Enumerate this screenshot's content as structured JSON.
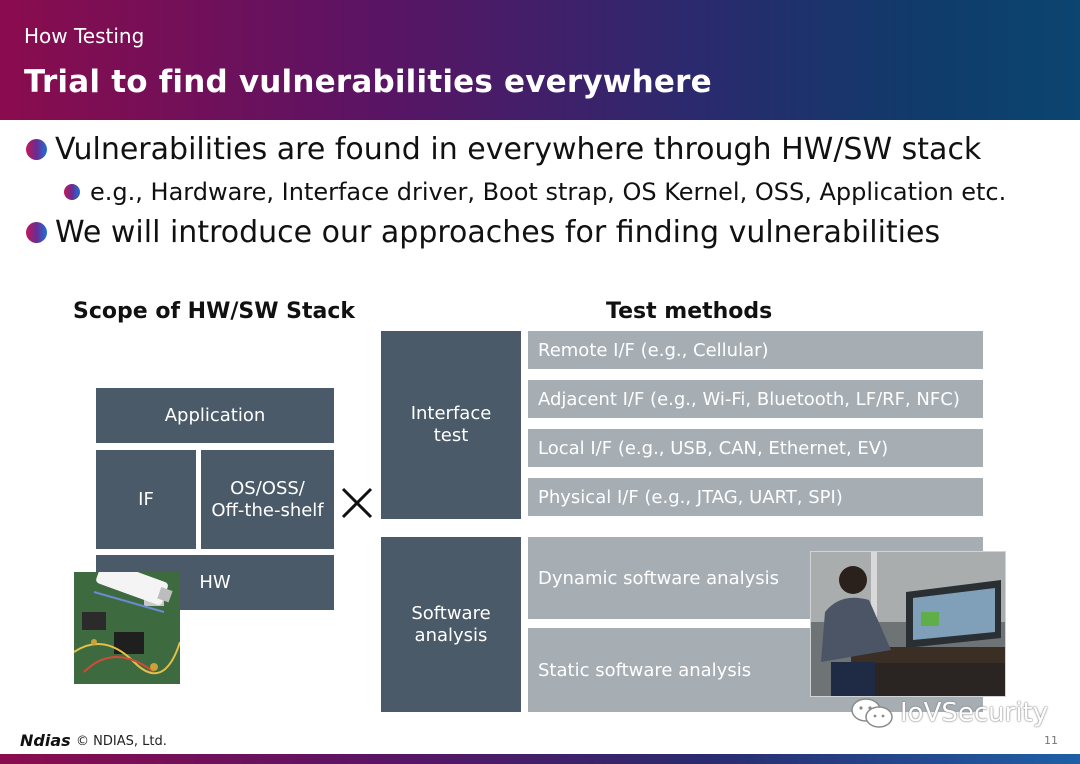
{
  "header": {
    "section": "How Testing",
    "title": "Trial to find vulnerabilities everywhere"
  },
  "bullets": [
    "Vulnerabilities are found in everywhere through HW/SW stack",
    "e.g., Hardware, Interface driver, Boot strap, OS Kernel, OSS, Application etc.",
    "We will introduce our approaches for finding vulnerabilities"
  ],
  "stack": {
    "heading": "Scope of HW/SW Stack",
    "application": "Application",
    "if": "IF",
    "os": "OS/OSS/\nOff-the-shelf",
    "hw": "HW"
  },
  "tests": {
    "heading": "Test methods",
    "interface_label": "Interface\ntest",
    "interface_methods": [
      "Remote I/F (e.g., Cellular)",
      "Adjacent I/F (e.g., Wi-Fi, Bluetooth, LF/RF, NFC)",
      "Local I/F (e.g., USB, CAN, Ethernet, EV)",
      "Physical I/F (e.g., JTAG, UART, SPI)"
    ],
    "software_label": "Software\nanalysis",
    "software_methods": [
      "Dynamic software analysis",
      "Static software analysis"
    ]
  },
  "footer": {
    "logo": "Ndias",
    "copyright": "© NDIAS, Ltd.",
    "page": "11",
    "watermark": "IoVSecurity"
  },
  "colors": {
    "box_dark": "#4a5a68",
    "box_light": "#a6aeb4",
    "header_start": "#8a0c4e",
    "header_end": "#0b4570"
  }
}
